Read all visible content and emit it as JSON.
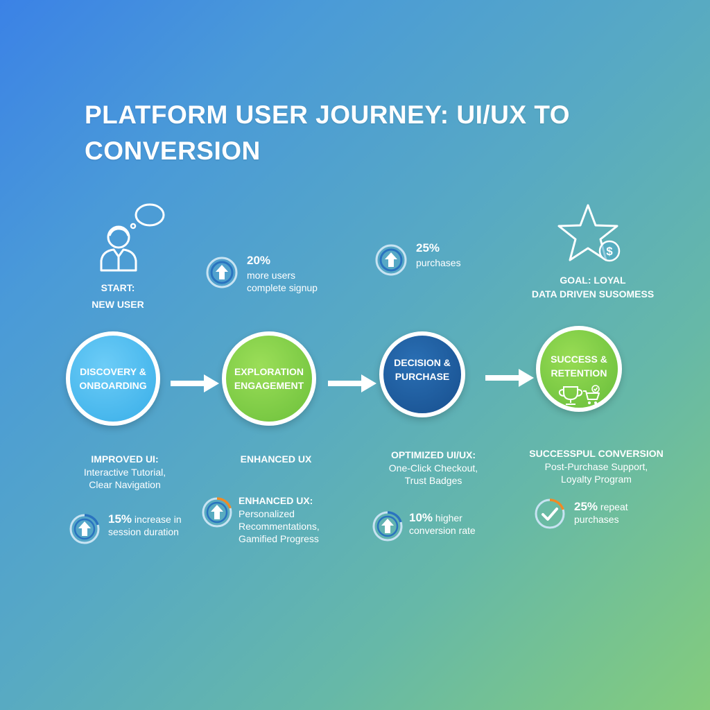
{
  "title": "PLATFORM USER JOURNEY: UI/UX TO CONVERSION",
  "start": {
    "line1": "START:",
    "line2": "NEW USER"
  },
  "goal": {
    "line1": "GOAL: LOYAL",
    "line2": "DATA DRIVEN SUSOMESS"
  },
  "stages": [
    {
      "line1": "DISCOVERY &",
      "line2": "ONBOARDING"
    },
    {
      "line1": "EXPLORATION",
      "line2": "ENGAGEMENT"
    },
    {
      "line1": "DECISION &",
      "line2": "PURCHASE"
    },
    {
      "line1": "SUCCESS &",
      "line2": "RETENTION"
    }
  ],
  "top_metrics": [
    {
      "value": "20%",
      "line1": "more users",
      "line2": "complete signup"
    },
    {
      "value": "25%",
      "line1": "purchases"
    }
  ],
  "descriptions": [
    {
      "heading": "IMPROVED UI:",
      "line1": "Interactive Tutorial,",
      "line2": "Clear Navigation"
    },
    {
      "heading": "ENHANCED UX"
    },
    {
      "heading": "OPTIMIZED UI/UX:",
      "line1": "One-Click Checkout,",
      "line2": "Trust Badges"
    },
    {
      "heading": "SUCCESSPUL CONVERSION",
      "line1": "Post-Purchase Support,",
      "line2": "Loyalty Program"
    }
  ],
  "mid_detail": {
    "heading": "ENHANCED UX:",
    "line1": "Personalized",
    "line2": "Recommentations,",
    "line3": "Gamified Progress"
  },
  "bottom_metrics": [
    {
      "value": "15%",
      "line1": " increase in",
      "line2": "session duration"
    },
    {
      "value": "10%",
      "line1": " higher",
      "line2": "conversion rate"
    },
    {
      "value": "25%",
      "line1": " repeat",
      "line2": "purchases"
    }
  ],
  "colors": {
    "discovery": "#4fc0f3",
    "exploration": "#82cf47",
    "decision": "#1d5a9c",
    "success": "#7ccb45",
    "accent_ring": "#f08a24"
  },
  "icons": [
    "user-icon",
    "thought-bubble-icon",
    "star-icon",
    "dollar-icon",
    "up-arrow-icon",
    "trophy-icon",
    "shopping-cart-icon",
    "checkmark-icon"
  ]
}
